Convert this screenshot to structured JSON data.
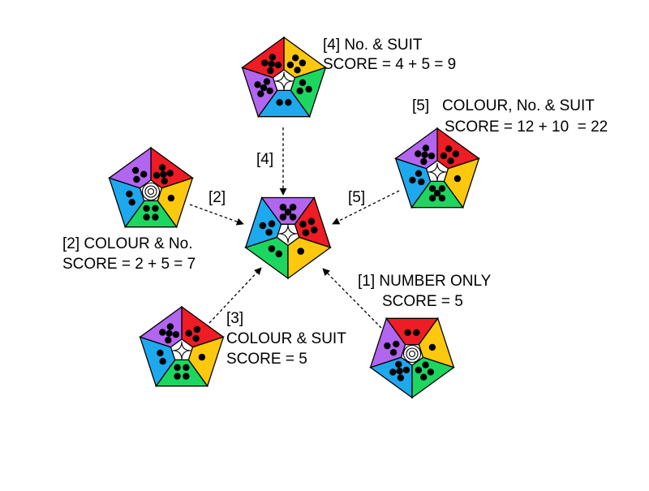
{
  "colors": {
    "red": "#ee1c24",
    "yellow": "#fdc80e",
    "green": "#1dd660",
    "blue": "#1ea8ee",
    "purple": "#b265ee",
    "outline": "#000000",
    "background": "#ffffff"
  },
  "center_symbol_types": [
    "star-icon",
    "target-icon"
  ],
  "tiles": [
    {
      "id": "center",
      "symbol": "star-icon",
      "sectors": [
        {
          "color": "green",
          "dots": 2
        },
        {
          "color": "blue",
          "dots": 3
        },
        {
          "color": "purple",
          "dots": 5
        },
        {
          "color": "red",
          "dots": 4
        },
        {
          "color": "yellow",
          "dots": 1
        }
      ]
    },
    {
      "id": "tile-4",
      "symbol": "star-icon",
      "sectors": [
        {
          "color": "yellow",
          "dots": 4
        },
        {
          "color": "green",
          "dots": 3
        },
        {
          "color": "blue",
          "dots": 2
        },
        {
          "color": "purple",
          "dots": 5
        },
        {
          "color": "red",
          "dots": 5
        }
      ]
    },
    {
      "id": "tile-5",
      "symbol": "star-icon",
      "sectors": [
        {
          "color": "red",
          "dots": 4
        },
        {
          "color": "yellow",
          "dots": 1
        },
        {
          "color": "green",
          "dots": 5
        },
        {
          "color": "blue",
          "dots": 3
        },
        {
          "color": "purple",
          "dots": 5
        }
      ]
    },
    {
      "id": "tile-2",
      "symbol": "target-icon",
      "sectors": [
        {
          "color": "red",
          "dots": 5
        },
        {
          "color": "yellow",
          "dots": 1
        },
        {
          "color": "green",
          "dots": 4
        },
        {
          "color": "blue",
          "dots": 2
        },
        {
          "color": "purple",
          "dots": 3
        }
      ]
    },
    {
      "id": "tile-3",
      "symbol": "star-icon",
      "sectors": [
        {
          "color": "red",
          "dots": 3
        },
        {
          "color": "yellow",
          "dots": 1
        },
        {
          "color": "green",
          "dots": 4
        },
        {
          "color": "blue",
          "dots": 2
        },
        {
          "color": "purple",
          "dots": 5
        }
      ]
    },
    {
      "id": "tile-1",
      "symbol": "target-icon",
      "sectors": [
        {
          "color": "blue",
          "dots": 5
        },
        {
          "color": "purple",
          "dots": 3
        },
        {
          "color": "red",
          "dots": 2
        },
        {
          "color": "yellow",
          "dots": 1
        },
        {
          "color": "green",
          "dots": 4
        }
      ]
    }
  ],
  "labels": {
    "move_4_title": "[4] No. & SUIT",
    "move_4_score": "SCORE = 4 + 5 = 9",
    "move_5_title": "[5]   COLOUR, No. & SUIT",
    "move_5_score": "SCORE = 12 + 10  = 22",
    "move_2_title": "[2] COLOUR & No.",
    "move_2_score": "SCORE = 2 + 5 = 7",
    "move_3_tag": "[3]",
    "move_3_title": "COLOUR & SUIT",
    "move_3_score": "SCORE = 5",
    "move_1_title": "[1] NUMBER ONLY",
    "move_1_score": "SCORE = 5",
    "arrow_tag_4": "[4]",
    "arrow_tag_5": "[5]",
    "arrow_tag_2": "[2]"
  }
}
